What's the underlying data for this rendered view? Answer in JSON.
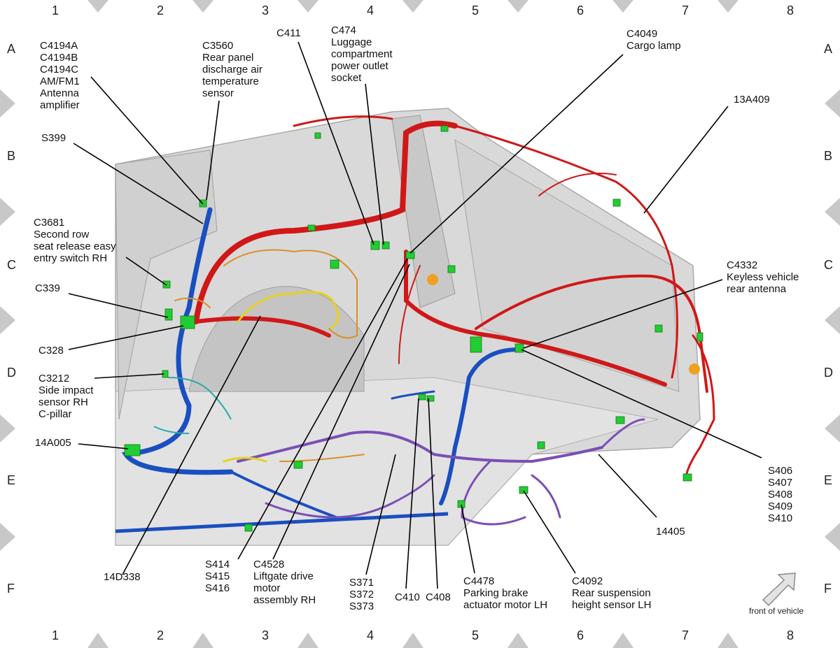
{
  "grid": {
    "columns": [
      "1",
      "2",
      "3",
      "4",
      "5",
      "6",
      "7",
      "8"
    ],
    "rows": [
      "A",
      "B",
      "C",
      "D",
      "E",
      "F"
    ]
  },
  "labels": {
    "c4194": "C4194A\nC4194B\nC4194C\nAM/FM1\nAntenna\namplifier",
    "c3560": "C3560\nRear panel\ndischarge air\ntemperature\nsensor",
    "c411": "C411",
    "c474": "C474\nLuggage\ncompartment\npower outlet\nsocket",
    "c4049": "C4049\nCargo lamp",
    "a13a409": "13A409",
    "s399": "S399",
    "c3681": "C3681\nSecond row\nseat release easy\nentry switch RH",
    "c339": "C339",
    "c328": "C328",
    "c3212": "C3212\nSide impact\nsensor RH\nC-pillar",
    "a14a005": "14A005",
    "c4332": "C4332\nKeyless vehicle\nrear antenna",
    "s406": "S406\nS407\nS408\nS409\nS410",
    "a14405": "14405",
    "a14d338": "14D338",
    "s414": "S414\nS415\nS416",
    "c4528": "C4528\nLiftgate drive\nmotor\nassembly RH",
    "s371": "S371\nS372\nS373",
    "c410": "C410",
    "c408": "C408",
    "c4478": "C4478\nParking brake\nactuator motor LH",
    "c4092": "C4092\nRear suspension\nheight sensor LH"
  },
  "front_indicator": {
    "label": "front of vehicle"
  },
  "colors": {
    "red_harness": "#d01818",
    "blue_harness": "#1a4fc0",
    "purple_harness": "#7b4fb5",
    "yellow_harness": "#e8d020",
    "orange_harness": "#d8902a",
    "connector": "#22cc33",
    "body": "#cfcfcf",
    "border_marker": "#c8c8c8"
  }
}
